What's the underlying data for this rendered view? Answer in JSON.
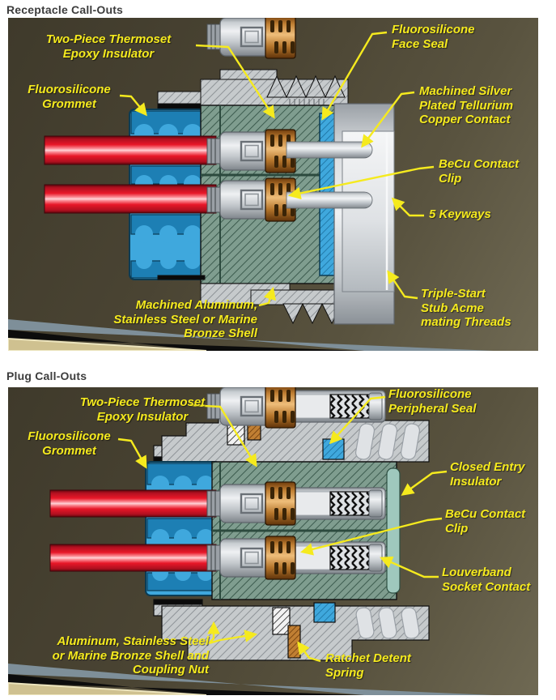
{
  "receptacle": {
    "title": "Receptacle Call-Outs",
    "callouts": {
      "two_piece": "Two-Piece Thermoset\nEpoxy Insulator",
      "grommet": "Fluorosilicone\nGrommet",
      "face_seal": "Fluorosilicone\nFace Seal",
      "copper_contact": "Machined Silver\nPlated Tellurium\nCopper Contact",
      "becu_clip": "BeCu Contact\nClip",
      "keyways": "5 Keyways",
      "shell": "Machined Aluminum,\nStainless Steel or Marine\nBronze Shell",
      "threads": "Triple-Start\nStub Acme\nmating Threads"
    }
  },
  "plug": {
    "title": "Plug Call-Outs",
    "callouts": {
      "two_piece": "Two-Piece Thermoset\nEpoxy Insulator",
      "grommet": "Fluorosilicone\nGrommet",
      "peripheral_seal": "Fluorosilicone\nPeripheral Seal",
      "closed_entry": "Closed Entry\nInsulator",
      "becu_clip": "BeCu Contact\nClip",
      "louverband": "Louverband\nSocket Contact",
      "shell_nut": "Aluminum, Stainless Steel\nor Marine Bronze Shell and\nCoupling Nut",
      "ratchet": "Ratchet Detent\nSpring"
    }
  },
  "colors": {
    "callout_text": "#f5ea1e",
    "background_olive": "#4a4433",
    "wire_red": "#e01525",
    "grommet_blue": "#3fa8dd",
    "insulator_green": "#7f9d8f",
    "shell_gray": "#c6cacc",
    "copper": "#c07f33",
    "corner_tan": "#cfc190",
    "corner_slate": "#7e8f99"
  }
}
